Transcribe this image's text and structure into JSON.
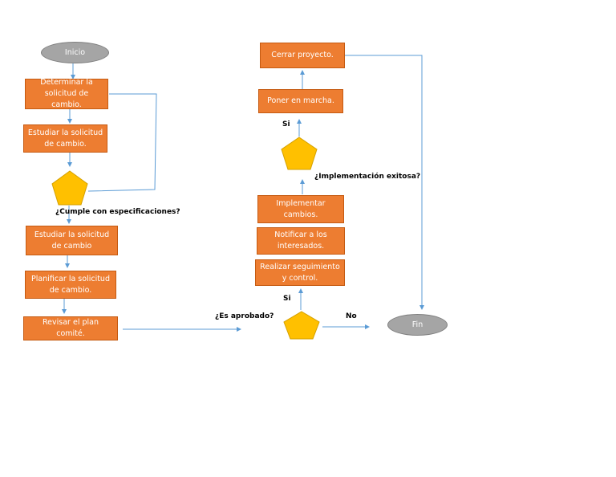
{
  "diagram": {
    "start": "Inicio",
    "end": "Fin",
    "left_column": [
      "Determinar la solicitud de cambio.",
      "Estudiar la solicitud de cambio.",
      "Estudiar la solicitud de cambio",
      "Planificar la solicitud de cambio.",
      "Revisar el plan comité."
    ],
    "right_column": [
      "Cerrar proyecto.",
      "Poner en marcha.",
      "Implementar cambios.",
      "Notificar a los interesados.",
      "Realizar seguimiento y control."
    ],
    "decisions": {
      "specs": "¿Cumple con especificaciones?",
      "approved": "¿Es aprobado?",
      "implementation": "¿Implementación exitosa?"
    },
    "branch_labels": {
      "yes_top": "Si",
      "yes_bottom": "Si",
      "no": "No"
    },
    "colors": {
      "process": "#ed7d31",
      "decision": "#ffc000",
      "terminal": "#a5a5a5",
      "connector": "#5b9bd5"
    }
  }
}
